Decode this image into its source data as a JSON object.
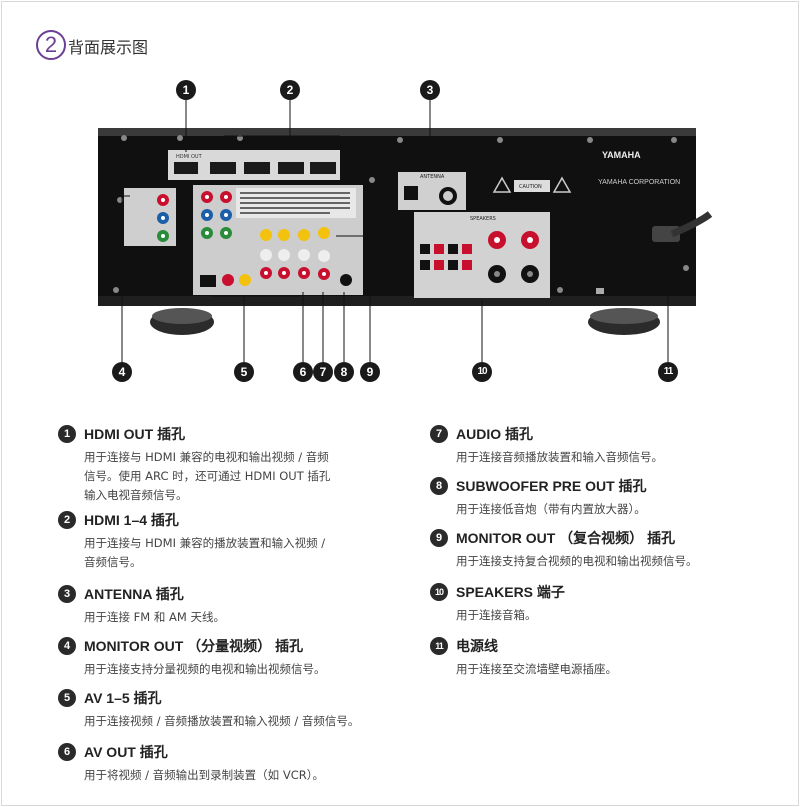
{
  "header": {
    "number": "2",
    "title": "背面展示图"
  },
  "device": {
    "brand": "YAMAHA",
    "corporation": "YAMAHA CORPORATION",
    "caution": "CAUTION",
    "antenna_label": "ANTENNA",
    "speakers_label": "SPEAKERS",
    "hdmi_out_label": "HDMI OUT"
  },
  "callouts": [
    "1",
    "2",
    "3",
    "4",
    "5",
    "6",
    "7",
    "8",
    "9",
    "10",
    "11"
  ],
  "items": [
    {
      "num": "1",
      "title": "HDMI OUT 插孔",
      "lines": [
        "用于连接与 HDMI 兼容的电视和输出视频 / 音频",
        "信号。使用 ARC 时，还可通过 HDMI OUT 插孔",
        "输入电视音频信号。"
      ]
    },
    {
      "num": "2",
      "title": "HDMI 1–4 插孔",
      "lines": [
        "用于连接与 HDMI 兼容的播放装置和输入视频 /",
        "音频信号。"
      ]
    },
    {
      "num": "3",
      "title": "ANTENNA 插孔",
      "lines": [
        "用于连接 FM 和 AM 天线。"
      ]
    },
    {
      "num": "4",
      "title": "MONITOR OUT （分量视频） 插孔",
      "lines": [
        "用于连接支持分量视频的电视和输出视频信号。"
      ]
    },
    {
      "num": "5",
      "title": "AV 1–5 插孔",
      "lines": [
        "用于连接视频 / 音频播放装置和输入视频 / 音频信号。"
      ]
    },
    {
      "num": "6",
      "title": "AV OUT 插孔",
      "lines": [
        "用于将视频 / 音频输出到录制装置（如 VCR）。"
      ]
    },
    {
      "num": "7",
      "title": "AUDIO 插孔",
      "lines": [
        "用于连接音频播放装置和输入音频信号。"
      ]
    },
    {
      "num": "8",
      "title": "SUBWOOFER PRE OUT 插孔",
      "lines": [
        "用于连接低音炮（带有内置放大器）。"
      ]
    },
    {
      "num": "9",
      "title": "MONITOR OUT （复合视频） 插孔",
      "lines": [
        "用于连接支持复合视频的电视和输出视频信号。"
      ]
    },
    {
      "num": "10",
      "title": "SPEAKERS 端子",
      "lines": [
        "用于连接音箱。"
      ]
    },
    {
      "num": "11",
      "title": "电源线",
      "lines": [
        "用于连接至交流墙壁电源插座。"
      ]
    }
  ]
}
